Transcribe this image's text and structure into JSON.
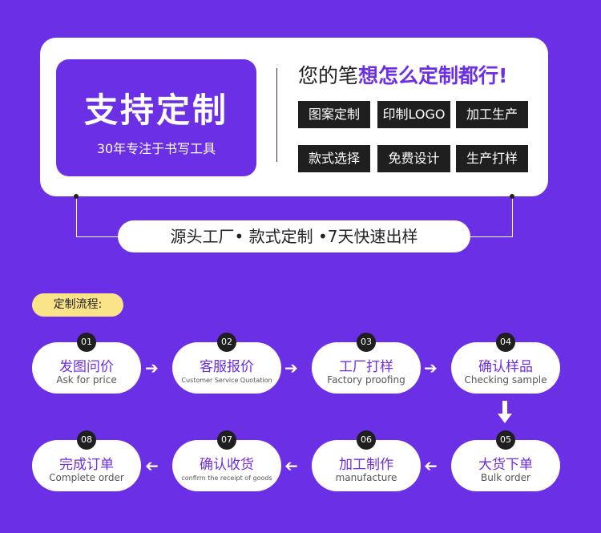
{
  "hero": {
    "title": "支持定制",
    "subtitle": "30年专注于书写工具"
  },
  "slogan": {
    "prefix": "您的笔",
    "highlight": "想怎么定制都行!"
  },
  "tags": [
    "图案定制",
    "印制LOGO",
    "加工生产",
    "款式选择",
    "免费设计",
    "生产打样"
  ],
  "banner": "源头工厂• 款式定制 •7天快速出样",
  "section_label": "定制流程:",
  "steps": [
    {
      "num": "01",
      "cn": "发图问价",
      "en": "Ask for price"
    },
    {
      "num": "02",
      "cn": "客服报价",
      "en": "Customer Service Quotation"
    },
    {
      "num": "03",
      "cn": "工厂打样",
      "en": "Factory proofing"
    },
    {
      "num": "04",
      "cn": "确认样品",
      "en": "Checking sample"
    },
    {
      "num": "05",
      "cn": "大货下单",
      "en": "Bulk order"
    },
    {
      "num": "06",
      "cn": "加工制作",
      "en": "manufacture"
    },
    {
      "num": "07",
      "cn": "确认收货",
      "en": "confirm the receipt of goods"
    },
    {
      "num": "08",
      "cn": "完成订单",
      "en": "Complete order"
    }
  ],
  "colors": {
    "background": "#6b2fe6",
    "accent": "#6b2fe6",
    "tag_bg": "#1f1f1f",
    "section_tag": "#fbe38a"
  },
  "icons": [
    "arrow-right-icon",
    "arrow-down-icon",
    "arrow-left-icon"
  ]
}
